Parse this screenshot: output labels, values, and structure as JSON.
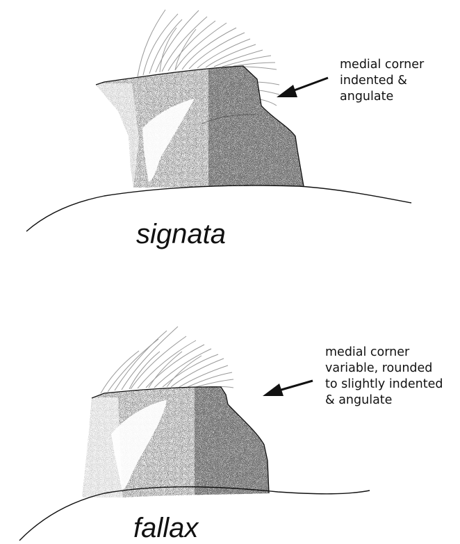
{
  "figure": {
    "panels": [
      {
        "species": "signata",
        "annotation": "medial corner\nindented &\nangulate"
      },
      {
        "species": "fallax",
        "annotation": "medial corner\nvariable, rounded\nto slightly indented\n& angulate"
      }
    ],
    "colors": {
      "ink": "#111111",
      "stipple": "#222222",
      "setae": "#999999"
    }
  }
}
